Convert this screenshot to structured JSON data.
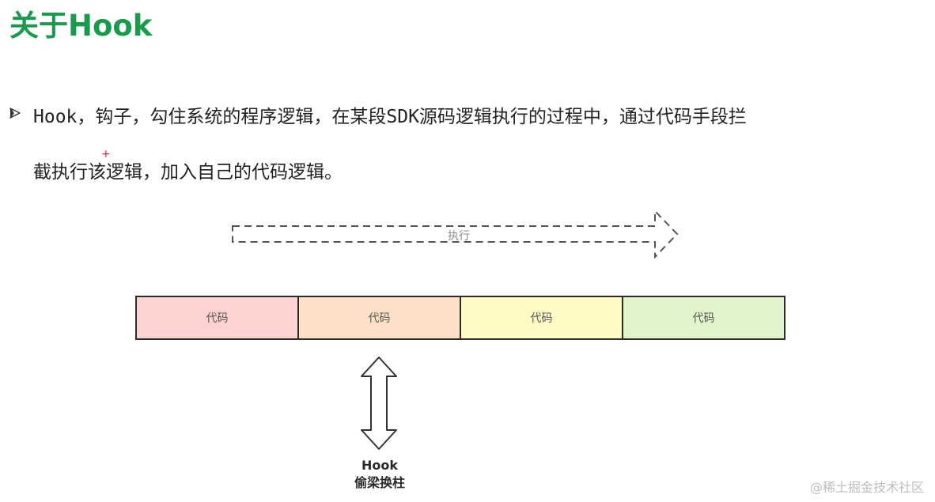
{
  "slide": {
    "title": "关于Hook"
  },
  "bullet": {
    "icon": "bullet-arrow-icon",
    "line1": "Hook，钩子，勾住系统的程序逻辑，在某段SDK源码逻辑执行的过程中，通过代码手段拦",
    "line2": "截执行该逻辑，加入自己的代码逻辑。",
    "cursor_mark": "+"
  },
  "diagram": {
    "execution_arrow_label": "执行",
    "code_segments": [
      {
        "label": "代码",
        "color": "#fcd3d1"
      },
      {
        "label": "代码",
        "color": "#fde1c6"
      },
      {
        "label": "代码",
        "color": "#fdfac6"
      },
      {
        "label": "代码",
        "color": "#e2f4cc"
      }
    ],
    "hook_icon": "double-headed-arrow-icon",
    "hook_label_line1": "Hook",
    "hook_label_line2": "偷梁换柱"
  },
  "watermark": {
    "text": "@稀土掘金技术社区"
  },
  "colors": {
    "title": "#1a9a4c",
    "text": "#222222",
    "border": "#2b2b2b",
    "arrow_dashed": "#555555"
  }
}
